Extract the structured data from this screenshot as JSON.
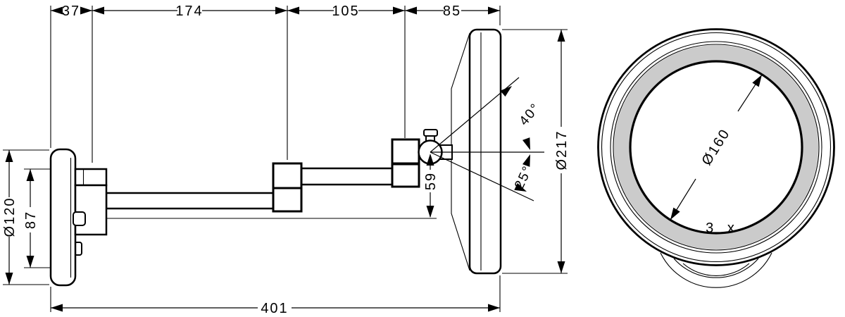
{
  "diagram": {
    "description": "Technical dimension drawing of wall-mounted magnifying mirror, side view and front view",
    "labels": {
      "top_1": "37",
      "top_2": "174",
      "top_3": "105",
      "top_4": "85",
      "total_length": "401",
      "plate_diameter": "Ø120",
      "plate_inner": "87",
      "head_diameter": "Ø217",
      "pivot_offset": "59",
      "tilt_up": "40°",
      "tilt_down": "25°",
      "glass_diameter": "Ø160",
      "magnification": "3 x"
    },
    "colors": {
      "line": "#000000",
      "led_ring": "#cbcbcb",
      "background": "#ffffff"
    }
  }
}
